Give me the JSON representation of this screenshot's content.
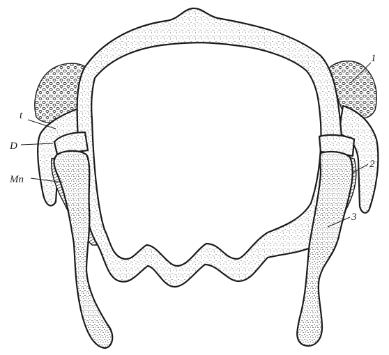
{
  "figure": {
    "labels": {
      "t": "t",
      "D": "D",
      "Mn": "Mn",
      "one": "1",
      "two": "2",
      "three": "3"
    }
  }
}
